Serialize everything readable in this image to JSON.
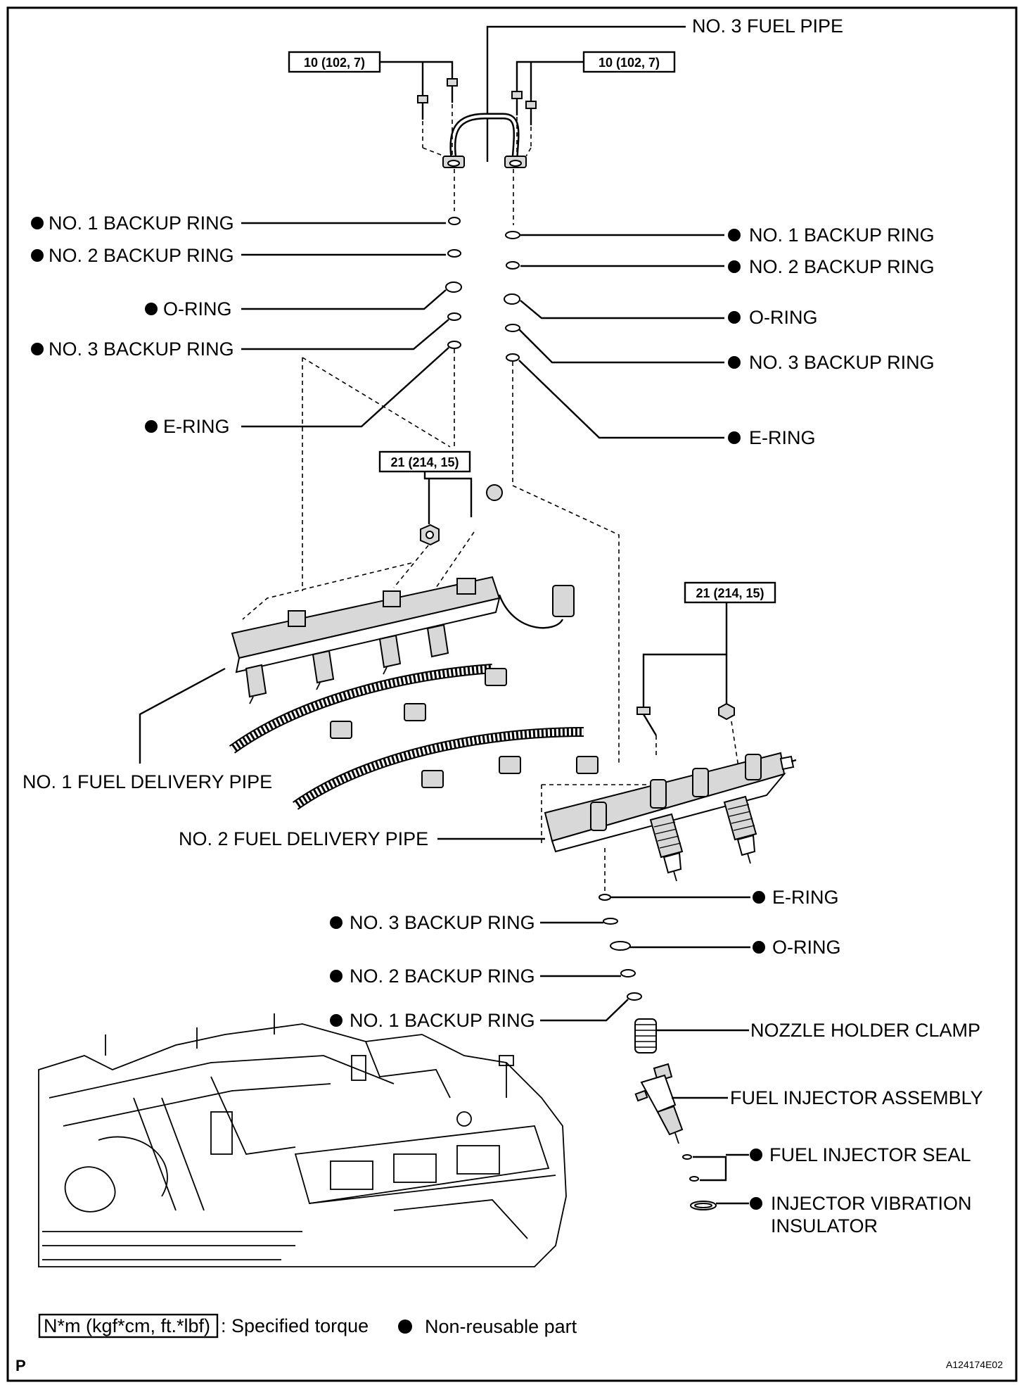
{
  "labels": {
    "no3_fuel_pipe": "NO. 3 FUEL PIPE",
    "torque_10": "10 (102, 7)",
    "torque_21": "21 (214, 15)",
    "no1_backup_ring": "NO. 1 BACKUP RING",
    "no2_backup_ring": "NO. 2 BACKUP RING",
    "no3_backup_ring": "NO. 3 BACKUP RING",
    "o_ring": "O-RING",
    "e_ring": "E-RING",
    "no1_fuel_delivery_pipe": "NO. 1 FUEL DELIVERY PIPE",
    "no2_fuel_delivery_pipe": "NO. 2 FUEL DELIVERY PIPE",
    "nozzle_holder_clamp": "NOZZLE HOLDER CLAMP",
    "fuel_injector_assembly": "FUEL INJECTOR ASSEMBLY",
    "fuel_injector_seal": "FUEL INJECTOR SEAL",
    "injector_vibration_insulator_1": "INJECTOR VIBRATION",
    "injector_vibration_insulator_2": "INSULATOR"
  },
  "legend": {
    "torque_unit": "N*m (kgf*cm, ft.*lbf)",
    "torque_text": ": Specified torque",
    "nonreusable_text": "Non-reusable part"
  },
  "footer": {
    "page_marker": "P",
    "figure_id": "A124174E02"
  }
}
